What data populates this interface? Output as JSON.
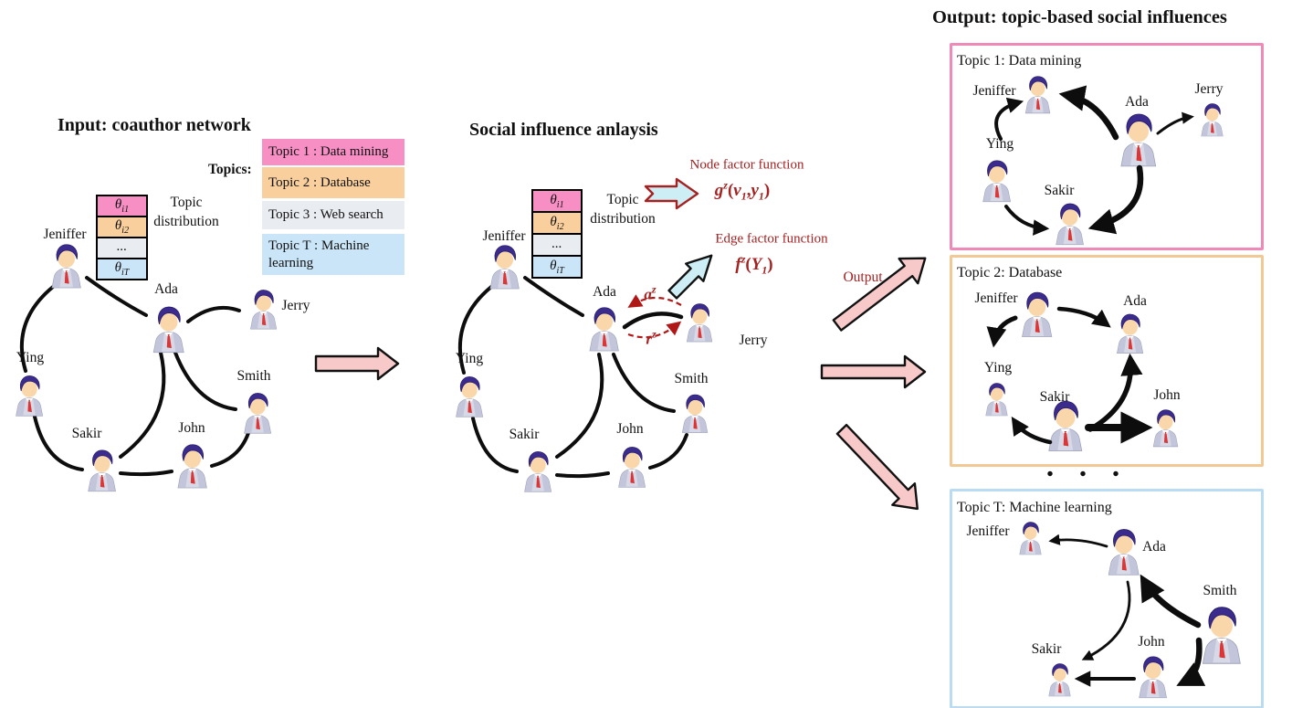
{
  "titles": {
    "input": "Input: coauthor network",
    "analysis": "Social influence anlaysis",
    "output": "Output: topic-based social influences"
  },
  "legend": {
    "heading": "Topics:",
    "items": [
      {
        "label": "Topic 1 : Data mining",
        "color": "#f78fc5"
      },
      {
        "label": "Topic 2 : Database",
        "color": "#f9cf9d"
      },
      {
        "label": "Topic 3 : Web search",
        "color": "#e9ecf1"
      },
      {
        "label": "Topic T : Machine learning",
        "color": "#cbe5f8"
      }
    ]
  },
  "distribution": {
    "line1": "Topic",
    "line2": "distribution",
    "rows": [
      {
        "sym": "θ",
        "sub": "i1"
      },
      {
        "sym": "θ",
        "sub": "i2"
      },
      {
        "sym": "...",
        "sub": ""
      },
      {
        "sym": "θ",
        "sub": "iT"
      }
    ]
  },
  "people": {
    "jeniffer": "Jeniffer",
    "ying": "Ying",
    "ada": "Ada",
    "jerry": "Jerry",
    "smith": "Smith",
    "sakir": "Sakir",
    "john": "John"
  },
  "analysis": {
    "node_factor_label": "Node factor function",
    "node_formula": {
      "base": "g",
      "sup": "z",
      "open": "(",
      "a1": "v",
      "a1s": "1",
      "comma": ",",
      "a2": "y",
      "a2s": "1",
      "close": ")"
    },
    "edge_factor_label": "Edge factor function",
    "edge_formula": {
      "base": "f",
      "sup": "z",
      "open": "(",
      "a1": "Y",
      "a1s": "1",
      "close": ")"
    },
    "alpha": {
      "base": "a",
      "sup": "z"
    },
    "r": {
      "base": "r",
      "sup": "z"
    },
    "output_label": "Output"
  },
  "boxes": [
    {
      "title": "Topic 1: Data mining"
    },
    {
      "title": "Topic 2: Database"
    },
    {
      "title": "Topic T: Machine learning"
    }
  ],
  "ellipsis": "• • •",
  "colors": {
    "topic1_pink": "#f78fc5",
    "topic2_orange": "#f9cf9d",
    "topic3_gray": "#e9ecf1",
    "topicT_blue": "#cbe5f8",
    "accent_dark_red": "#a42222",
    "dashed_arrow_red": "#b01818",
    "block_arrow_pink": "#f7c9c9",
    "block_arrow_cyan": "#cdeef4",
    "box1_border": "#ef8ab8",
    "box2_border": "#f2c894",
    "box3_border": "#badcf2",
    "edge_black": "#0d0d0d"
  }
}
